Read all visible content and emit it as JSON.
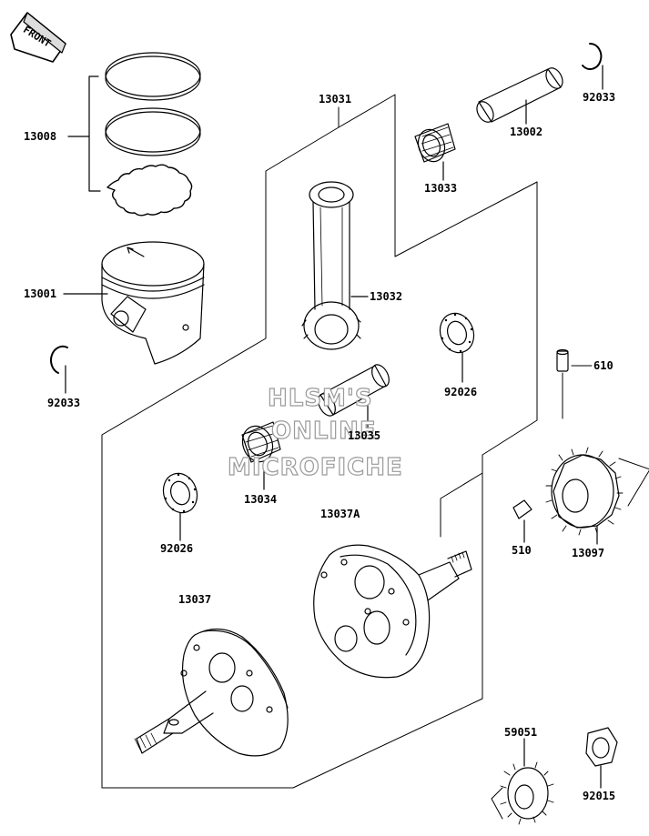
{
  "front_tag": "FRONT",
  "watermark": {
    "line1": "HLSM'S",
    "line2": "ONLINE",
    "line3": "MICROFICHE"
  },
  "parts": {
    "p13008": "13008",
    "p13001": "13001",
    "p92033_left": "92033",
    "p92033_right": "92033",
    "p13031": "13031",
    "p13002": "13002",
    "p13033": "13033",
    "p13032": "13032",
    "p92026_upper": "92026",
    "p610": "610",
    "p13035": "13035",
    "p13034": "13034",
    "p92026_lower": "92026",
    "p13037A": "13037A",
    "p510": "510",
    "p13097": "13097",
    "p13037": "13037",
    "p59051": "59051",
    "p92015": "92015"
  }
}
